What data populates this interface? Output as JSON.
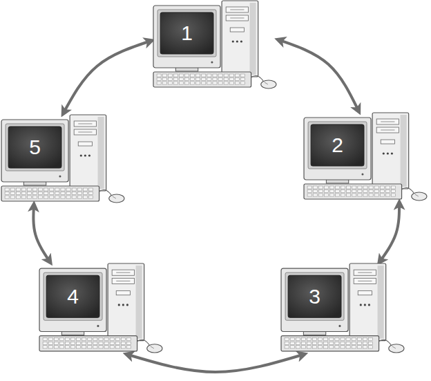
{
  "diagram": {
    "nodes": [
      {
        "text": [
          "1"
        ]
      },
      {
        "text": [
          "2"
        ]
      },
      {
        "text": [
          "3"
        ]
      },
      {
        "text": [
          "4"
        ]
      },
      {
        "text": [
          "5"
        ]
      }
    ],
    "edges": [
      {
        "from": 0,
        "to": 1,
        "arrow": "both"
      },
      {
        "from": 1,
        "to": 2,
        "arrow": "both"
      },
      {
        "from": 2,
        "to": 3,
        "arrow": "both"
      },
      {
        "from": 3,
        "to": 4,
        "arrow": "both"
      },
      {
        "from": 4,
        "to": 0,
        "arrow": "both"
      }
    ]
  }
}
